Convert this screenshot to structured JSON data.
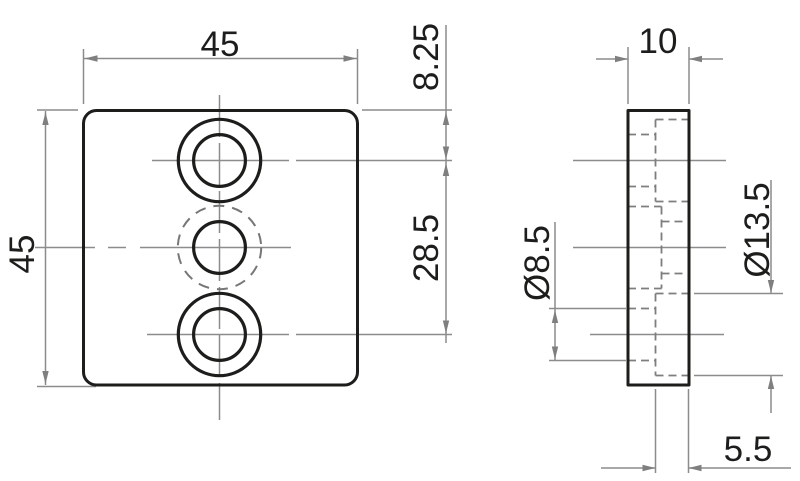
{
  "labels": {
    "front_width": "45",
    "front_height": "45",
    "hole_offset_top": "8.25",
    "hole_spacing": "28.5",
    "side_thickness": "10",
    "hole_diameter": "Ø8.5",
    "counterbore_diameter": "Ø13.5",
    "counterbore_depth": "5.5"
  },
  "colors": {
    "background": "#ffffff",
    "outline": "#1d1d1b",
    "dimension_lines": "#8c8c8c",
    "hidden_lines": "#7e7e7e",
    "text": "#1d1d1b"
  }
}
